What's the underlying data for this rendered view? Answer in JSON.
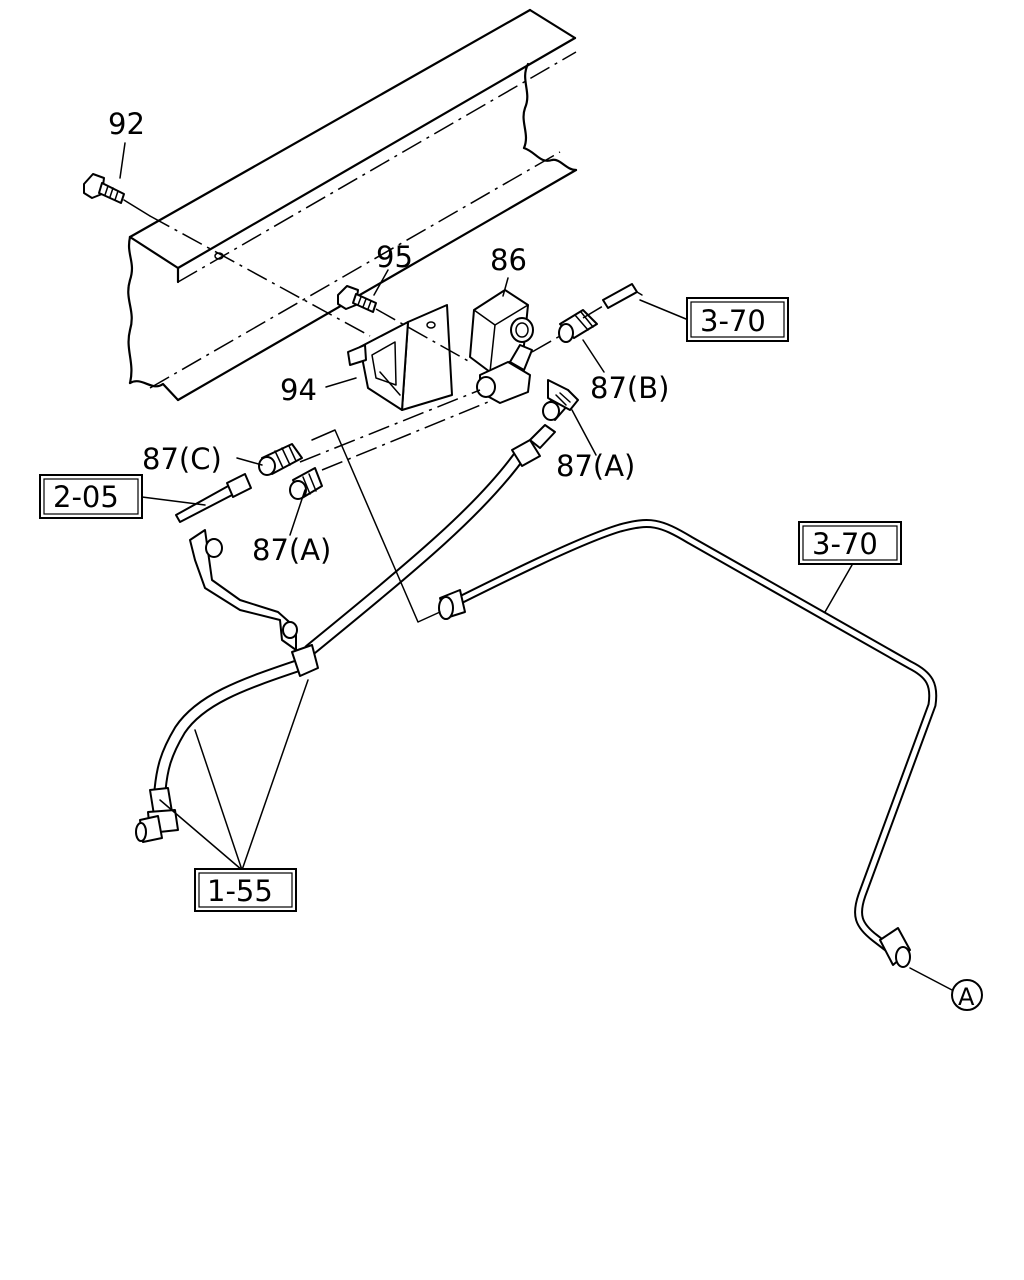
{
  "callouts": {
    "p92": "92",
    "p95": "95",
    "p86": "86",
    "p94": "94",
    "p87b": "87(B)",
    "p87c": "87(C)",
    "p87a_upper": "87(A)",
    "p87a_lower": "87(A)"
  },
  "references": {
    "ref_3_70_top": "3-70",
    "ref_3_70_right": "3-70",
    "ref_2_05": "2-05",
    "ref_1_55": "1-55"
  },
  "connector": {
    "a": "A"
  }
}
